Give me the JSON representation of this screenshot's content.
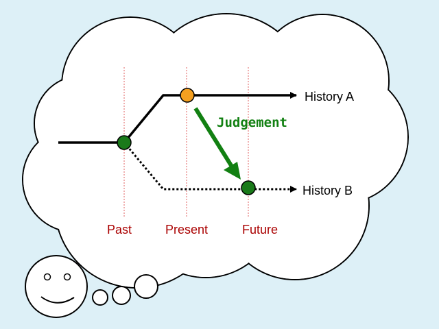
{
  "diagram": {
    "timeline_labels": {
      "past": "Past",
      "present": "Present",
      "future": "Future"
    },
    "history_labels": {
      "a": "History A",
      "b": "History B"
    },
    "judgement_label": "Judgement",
    "colors": {
      "background": "#ddf0f7",
      "cloud_fill": "#ffffff",
      "outline": "#000000",
      "guide_lines": "#e06060",
      "timeline_text": "#aa0000",
      "judgement": "#128012",
      "node_branch": "#1a7a1a",
      "node_present": "#f5a020"
    }
  }
}
